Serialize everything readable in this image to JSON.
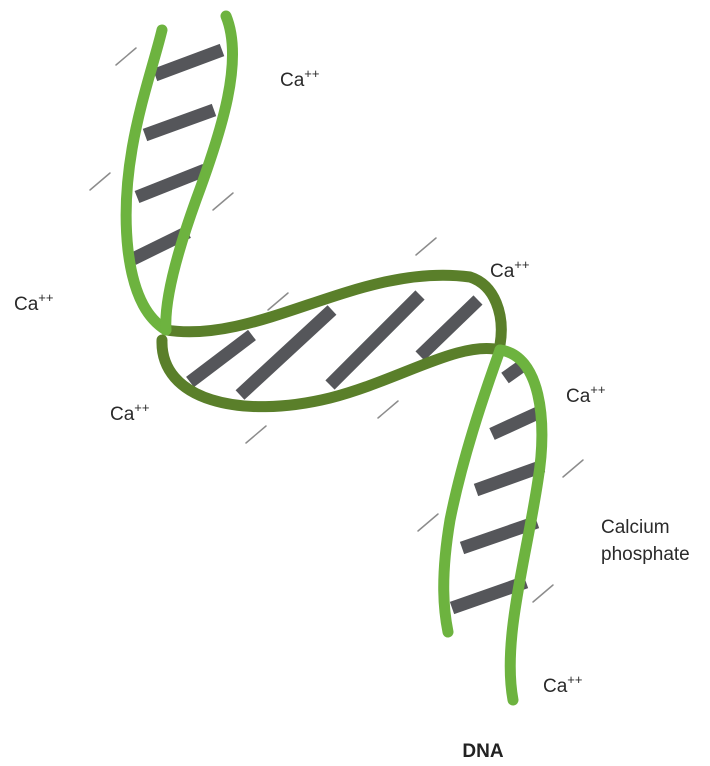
{
  "diagram": {
    "caption": "DNA",
    "ion_labels": [
      {
        "base": "Ca",
        "charge": "++"
      },
      {
        "base": "Ca",
        "charge": "++"
      },
      {
        "base": "Ca",
        "charge": "++"
      },
      {
        "base": "Ca",
        "charge": "++"
      },
      {
        "base": "Ca",
        "charge": "++"
      },
      {
        "base": "Ca",
        "charge": "++"
      }
    ],
    "backbone_label": {
      "line1": "Calcium",
      "line2": "phosphate"
    },
    "colors": {
      "strand_light": "#6db33f",
      "strand_dark": "#5a7f2a",
      "base_pair": "#55565a",
      "tick": "#8c8c8c",
      "text": "#2a2a2a"
    }
  }
}
